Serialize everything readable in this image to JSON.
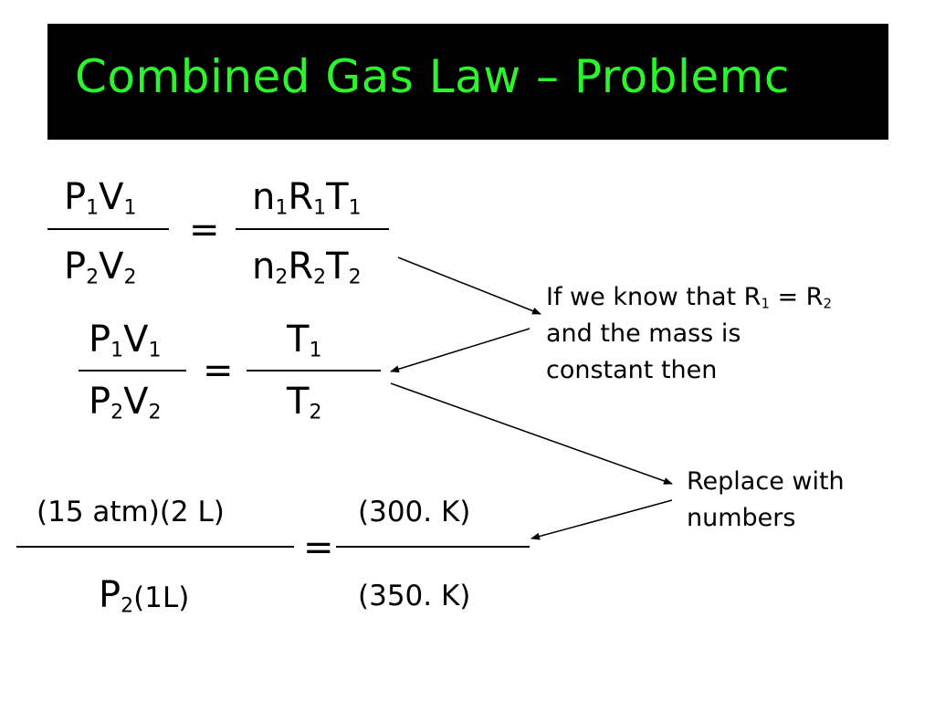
{
  "slide": {
    "title": "Combined Gas Law – Problemc"
  },
  "equation1": {
    "num_left": "P1V1",
    "den_left": "P2V2",
    "equals": "=",
    "num_right": "n1R1T1",
    "den_right": "n2R2T2"
  },
  "equation2": {
    "num_left": "P1V1",
    "den_left": "P2V2",
    "equals": "=",
    "num_right": "T1",
    "den_right": "T2"
  },
  "equation3": {
    "num_left": "(15 atm)(2 L)",
    "den_left_sub": "2",
    "den_left_main": "P",
    "den_left_rest": "(1L)",
    "equals": "=",
    "num_right": "(300. K)",
    "den_right": "(350. K)"
  },
  "notes": {
    "note1_line1": "If we know that R1 = R2",
    "note1_line2": "and the mass is",
    "note1_line3": "constant then",
    "note2_line1": "Replace with",
    "note2_line2": "numbers"
  }
}
